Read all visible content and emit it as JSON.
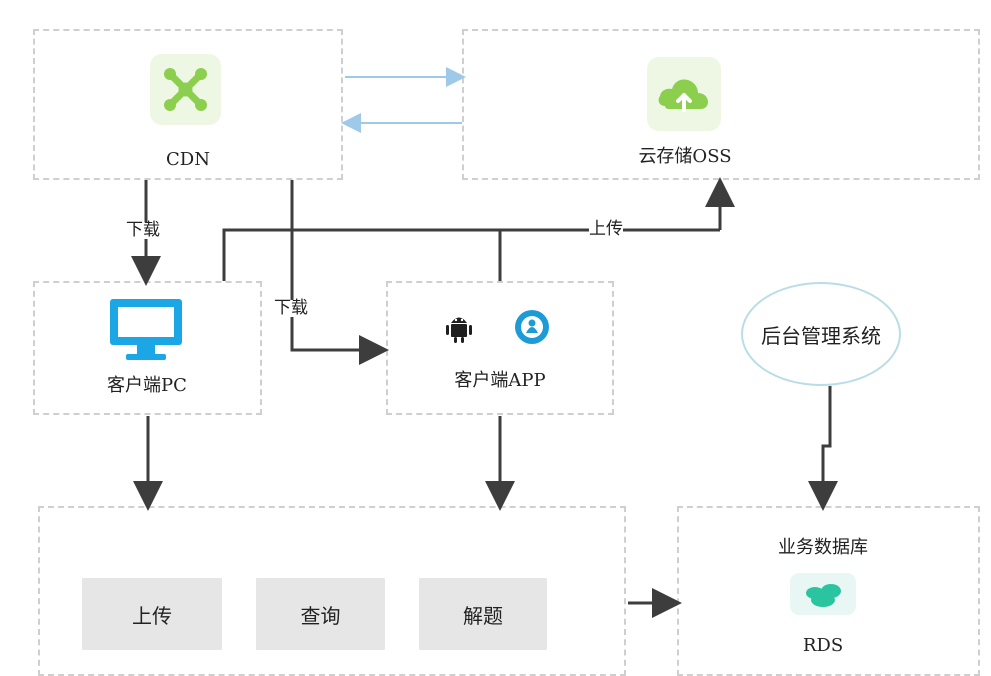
{
  "nodes": {
    "cdn": {
      "label": "CDN"
    },
    "oss": {
      "label": "云存储OSS"
    },
    "pc": {
      "label": "客户端PC"
    },
    "app": {
      "label": "客户端APP"
    },
    "admin": {
      "label": "后台管理系统"
    },
    "db": {
      "title": "业务数据库",
      "subtitle": "RDS"
    },
    "actions": [
      {
        "label": "上传"
      },
      {
        "label": "查询"
      },
      {
        "label": "解题"
      }
    ]
  },
  "edges": {
    "download_pc": "下载",
    "download_app": "下载",
    "upload_oss": "上传"
  },
  "colors": {
    "cdn_green": "#8ccf4f",
    "oss_green": "#8ccf4f",
    "pc_blue": "#1ba6e6",
    "app_blue": "#1d9bd6",
    "db_teal": "#2bc4a0",
    "arrow_dark": "#3d3d3d",
    "arrow_blue": "#9ec9e8"
  },
  "icons": {
    "cdn": "network-hub-icon",
    "oss": "cloud-upload-icon",
    "pc": "monitor-icon",
    "android": "android-icon",
    "app_store": "user-badge-icon",
    "db": "database-cloud-icon"
  }
}
